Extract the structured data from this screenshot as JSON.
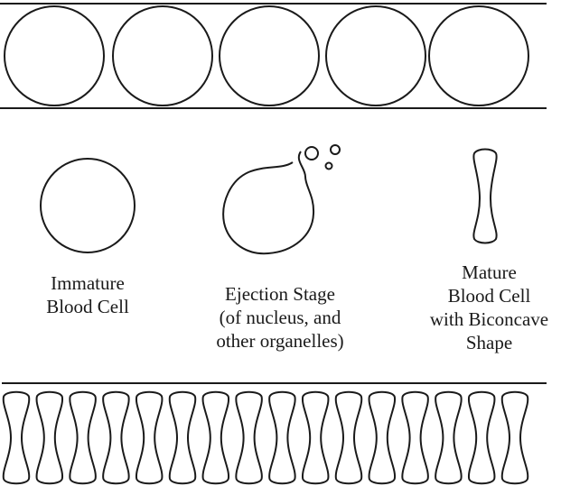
{
  "colors": {
    "stroke": "#1a1a1a",
    "background": "#ffffff"
  },
  "top_vessel": {
    "cell_count": 5,
    "cell_shape": "circle"
  },
  "bottom_vessel": {
    "cell_count": 16,
    "cell_shape": "biconcave"
  },
  "stages": [
    {
      "id": "immature",
      "shape": "circle",
      "label_lines": [
        "Immature",
        "Blood Cell"
      ]
    },
    {
      "id": "ejection",
      "shape": "circle-with-ejected-bubbles",
      "label_lines": [
        "Ejection Stage",
        "(of nucleus, and",
        "other organelles)"
      ]
    },
    {
      "id": "mature",
      "shape": "biconcave",
      "label_lines": [
        "Mature",
        "Blood Cell",
        "with Biconcave",
        "Shape"
      ]
    }
  ]
}
